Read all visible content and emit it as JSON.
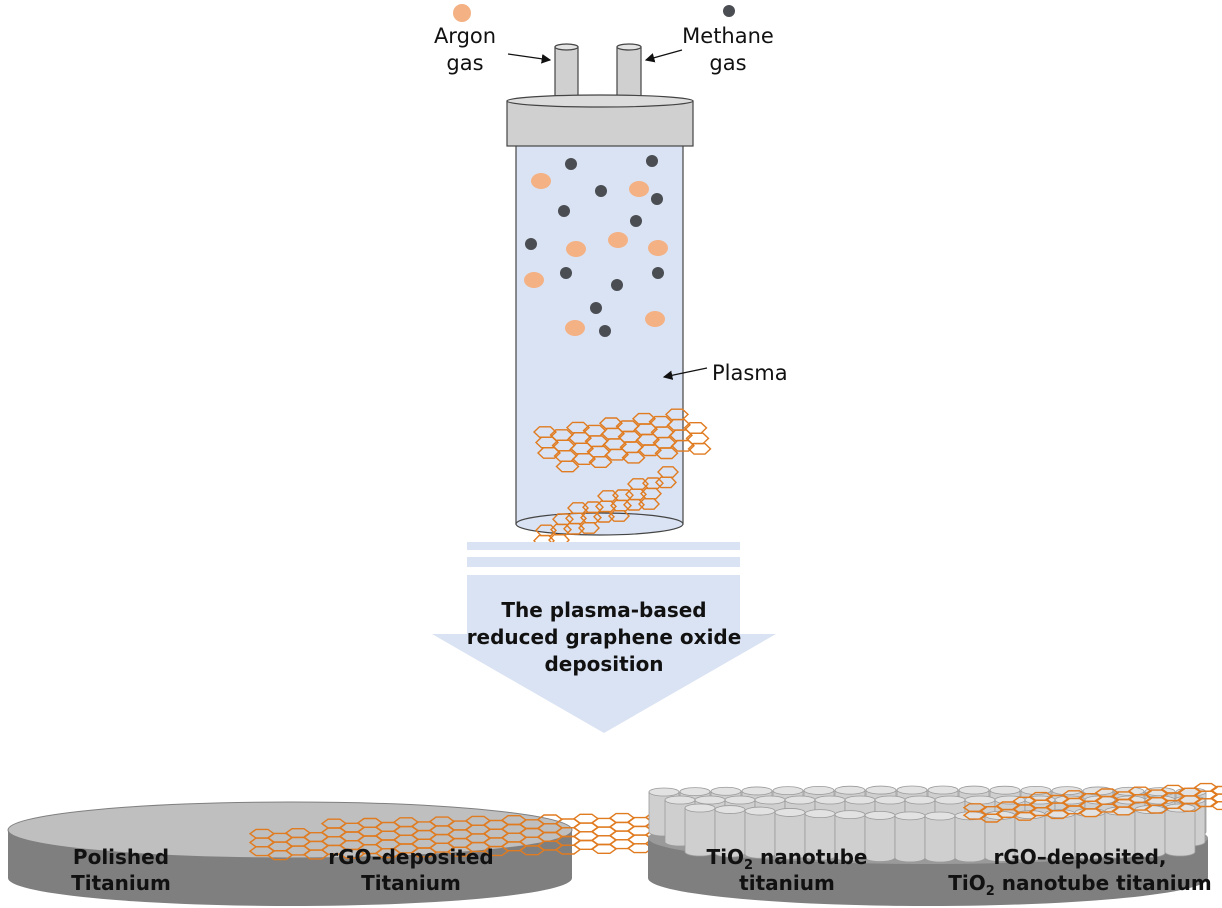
{
  "labels": {
    "argon": [
      "Argon",
      "gas"
    ],
    "methane": [
      "Methane",
      "gas"
    ],
    "plasma": "Plasma",
    "arrow_text": [
      "The plasma-based",
      "reduced graphene oxide",
      "deposition"
    ],
    "polished_ti": [
      "Polished",
      "Titanium"
    ],
    "rgo_ti": [
      "rGO–deposited",
      "Titanium"
    ],
    "tio2_ti": [
      "TiO",
      "2",
      " nanotube",
      "titanium"
    ],
    "rgo_tio2": [
      "rGO–deposited,",
      "TiO",
      "2",
      " nanotube titanium"
    ]
  },
  "colors": {
    "argon_particle": "#f4b183",
    "methane_particle": "#4a4d52",
    "graphene_edge": "#e07b20",
    "plasma_fill": "#dae3f3",
    "cap_fill": "#d0d0d0",
    "disc_top": "#bfbfbf",
    "disc_side": "#7f7f7f",
    "nanotube": "#cfcfcf"
  },
  "icons": {
    "argon_legend": "orange-circle",
    "methane_legend": "dark-gray-circle"
  }
}
